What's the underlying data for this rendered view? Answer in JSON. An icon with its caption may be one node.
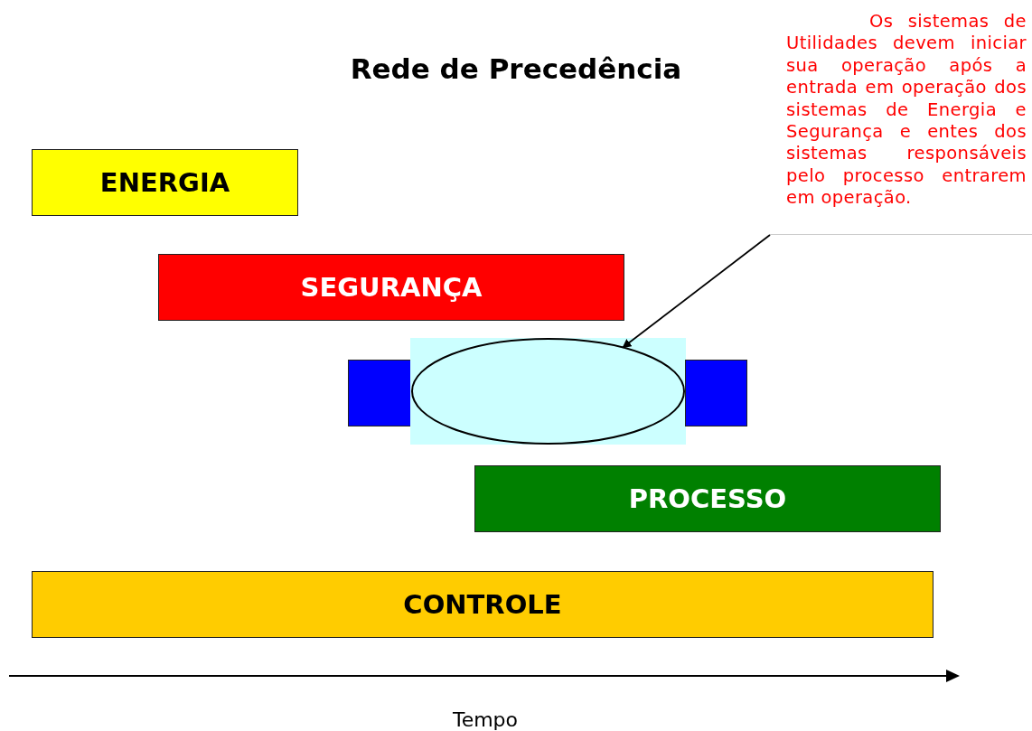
{
  "diagram": {
    "title": "Rede de Precedência",
    "nodes": [
      {
        "text": [
          "Os sistemas de Utilidades devem iniciar sua operação após a entrada em operação dos sistemas de Energia e Segurança e entes dos sistemas responsáveis pelo processo entrarem em operação."
        ]
      },
      {
        "text": [
          "ENERGIA"
        ]
      },
      {
        "text": [
          "SEGURANÇA"
        ]
      },
      {
        "text": [],
        "shape": "box"
      },
      {
        "text": [],
        "shape": "box"
      },
      {
        "text": [],
        "shape": "ellipse",
        "in": 4
      },
      {
        "text": [],
        "shape": "box"
      },
      {
        "text": [
          "PROCESSO"
        ]
      },
      {
        "text": [
          "CONTROLE"
        ]
      }
    ],
    "edges": [
      {
        "from": 0,
        "to": 5,
        "arrow": "to"
      }
    ],
    "labels": [
      "Tempo"
    ]
  }
}
